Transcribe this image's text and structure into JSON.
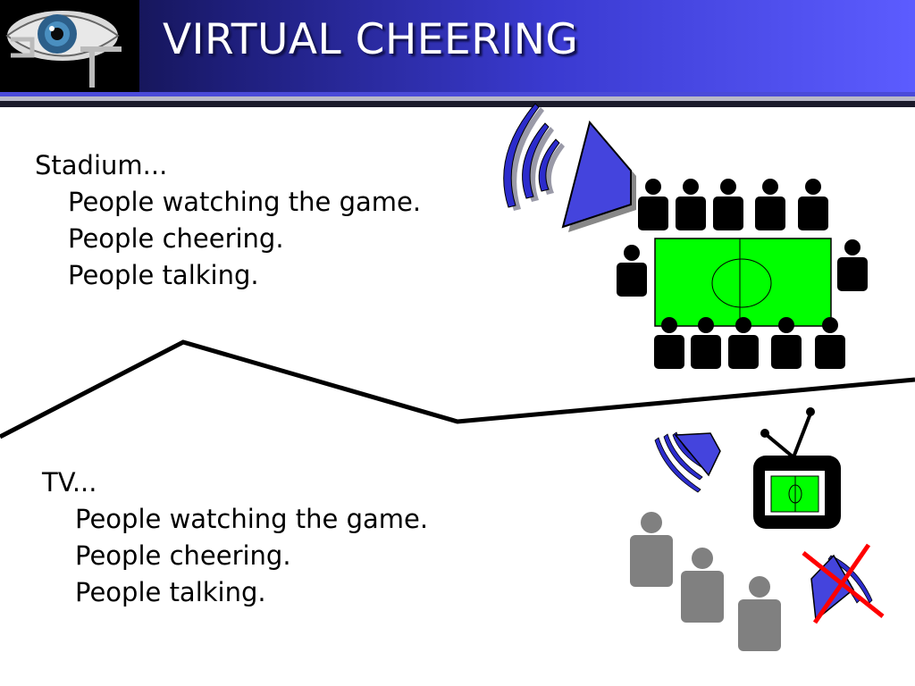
{
  "slide": {
    "title": "VIRTUAL CHEERING",
    "logo": {
      "icon": "eye-gt-logo-icon"
    }
  },
  "stadium": {
    "heading": "Stadium...",
    "lines": [
      "People watching the game.",
      "People cheering.",
      "People talking."
    ]
  },
  "tv": {
    "heading": "TV...",
    "lines": [
      "People watching the game.",
      "People cheering.",
      "People talking."
    ]
  },
  "colors": {
    "header_start": "#0b0b2e",
    "header_end": "#5c5cff",
    "field_green": "#00ff00",
    "speaker_blue": "#4444dd",
    "person_black": "#000000",
    "person_gray": "#808080",
    "cross_red": "#ff0000"
  }
}
